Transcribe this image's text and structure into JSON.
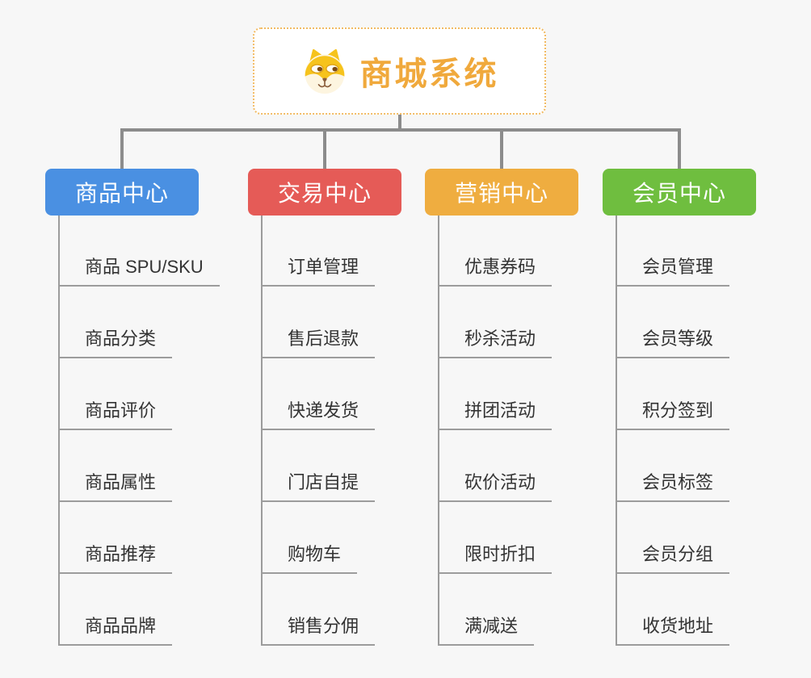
{
  "canvas": {
    "background": "#f7f7f7",
    "connector_color": "#8c8c8c",
    "trunk_color": "#9c9c9c",
    "leaf_text_color": "#333333"
  },
  "root": {
    "title": "商城系统",
    "title_color": "#f0a93c",
    "border_color": "#f2bb63",
    "icon": "dog-icon"
  },
  "branches": [
    {
      "label": "商品中心",
      "color": "#4a90e2",
      "children": [
        "商品 SPU/SKU",
        "商品分类",
        "商品评价",
        "商品属性",
        "商品推荐",
        "商品品牌"
      ]
    },
    {
      "label": "交易中心",
      "color": "#e55b57",
      "children": [
        "订单管理",
        "售后退款",
        "快递发货",
        "门店自提",
        "购物车",
        "销售分佣"
      ]
    },
    {
      "label": "营销中心",
      "color": "#efad40",
      "children": [
        "优惠券码",
        "秒杀活动",
        "拼团活动",
        "砍价活动",
        "限时折扣",
        "满减送"
      ]
    },
    {
      "label": "会员中心",
      "color": "#6fbe3f",
      "children": [
        "会员管理",
        "会员等级",
        "积分签到",
        "会员标签",
        "会员分组",
        "收货地址"
      ]
    }
  ]
}
